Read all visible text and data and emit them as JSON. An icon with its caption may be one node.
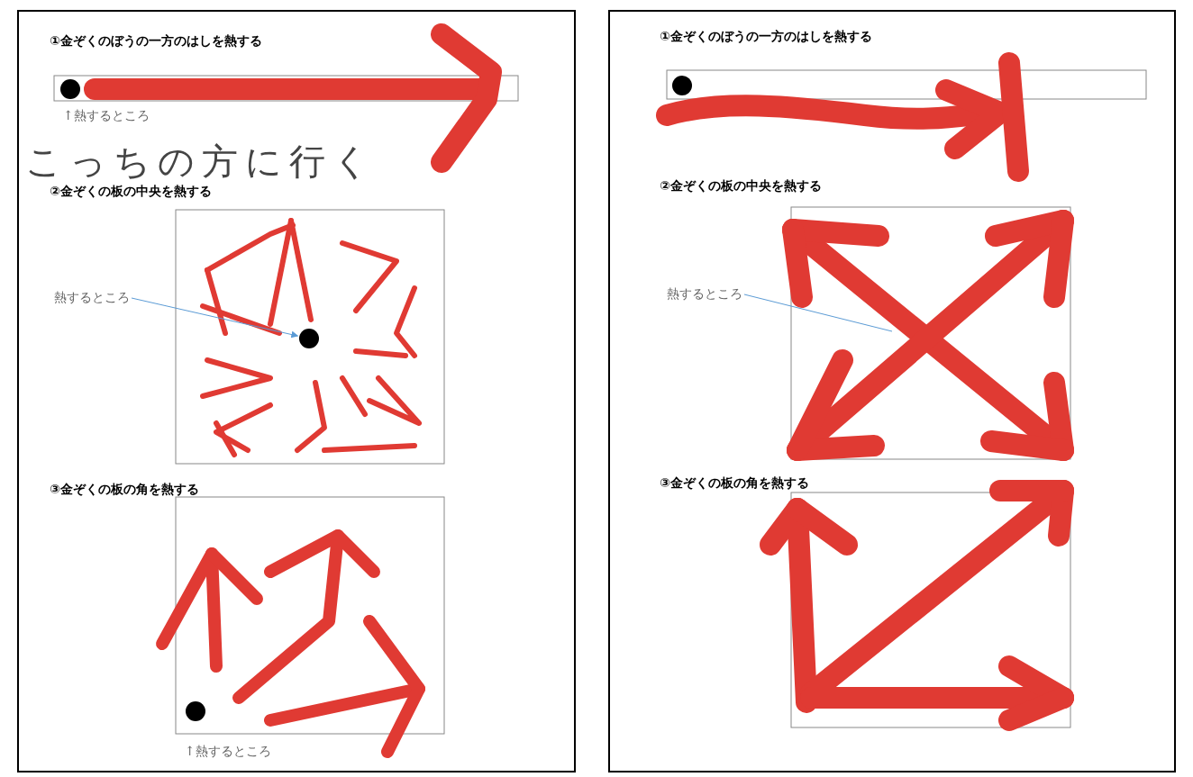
{
  "diagram": {
    "nodes": [
      {
        "text": [],
        "shape": "circle"
      },
      {
        "text": [
          "熱するところ"
        ]
      },
      {
        "text": [],
        "shape": "circle"
      },
      {
        "text": [],
        "shape": "circle"
      },
      {
        "text": [],
        "shape": "circle"
      },
      {
        "text": [
          "熱するところ"
        ]
      }
    ],
    "edges": [
      {
        "from": 1,
        "to": 2,
        "arrow": "to"
      },
      {
        "from": 5,
        "to": null,
        "arrow": "none"
      }
    ],
    "labels": [
      "①金ぞくのぼうの一方のはしを熱する",
      "↑熱するところ",
      "こっちの方に行く",
      "②金ぞくの板の中央を熱する",
      "③金ぞくの板の角を熱する",
      "↑熱するところ",
      "①金ぞくのぼうの一方のはしを熱する",
      "②金ぞくの板の中央を熱する",
      "③金ぞくの板の角を熱する"
    ]
  }
}
